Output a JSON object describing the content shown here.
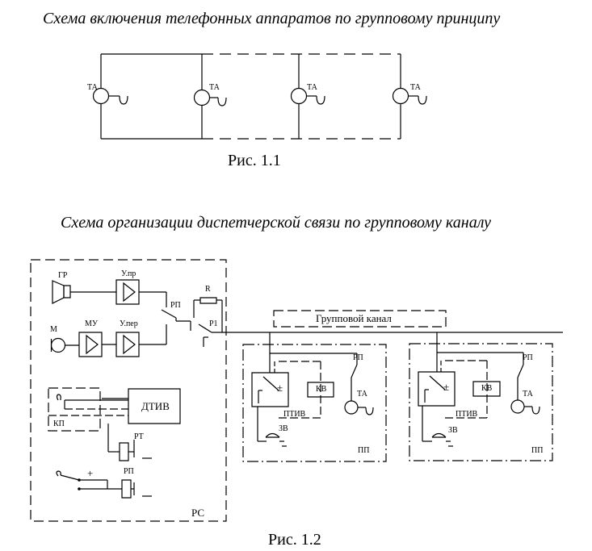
{
  "fig1": {
    "title": "Схема включения телефонных аппаратов по групповому принципу",
    "caption": "Рис. 1.1",
    "phone_label": "ТА"
  },
  "fig2": {
    "title": "Схема организации диспетчерской связи по групповому каналу",
    "caption": "Рис.  1.2",
    "labels": {
      "gr": "ГР",
      "upr": "У.пр",
      "m": "М",
      "mu": "МУ",
      "uper": "У.пер",
      "rp": "РП",
      "r": "R",
      "r1": "Р1",
      "kp": "КП",
      "dtiv": "ДТИВ",
      "rt": "РТ",
      "plus": "+",
      "rs": "РС",
      "group_channel": "Групповой канал",
      "kv": "КВ",
      "ptiv": "ПТИВ",
      "zv": "ЗВ",
      "ta": "ТА",
      "pp": "ПП",
      "pm_plus": "±"
    }
  }
}
